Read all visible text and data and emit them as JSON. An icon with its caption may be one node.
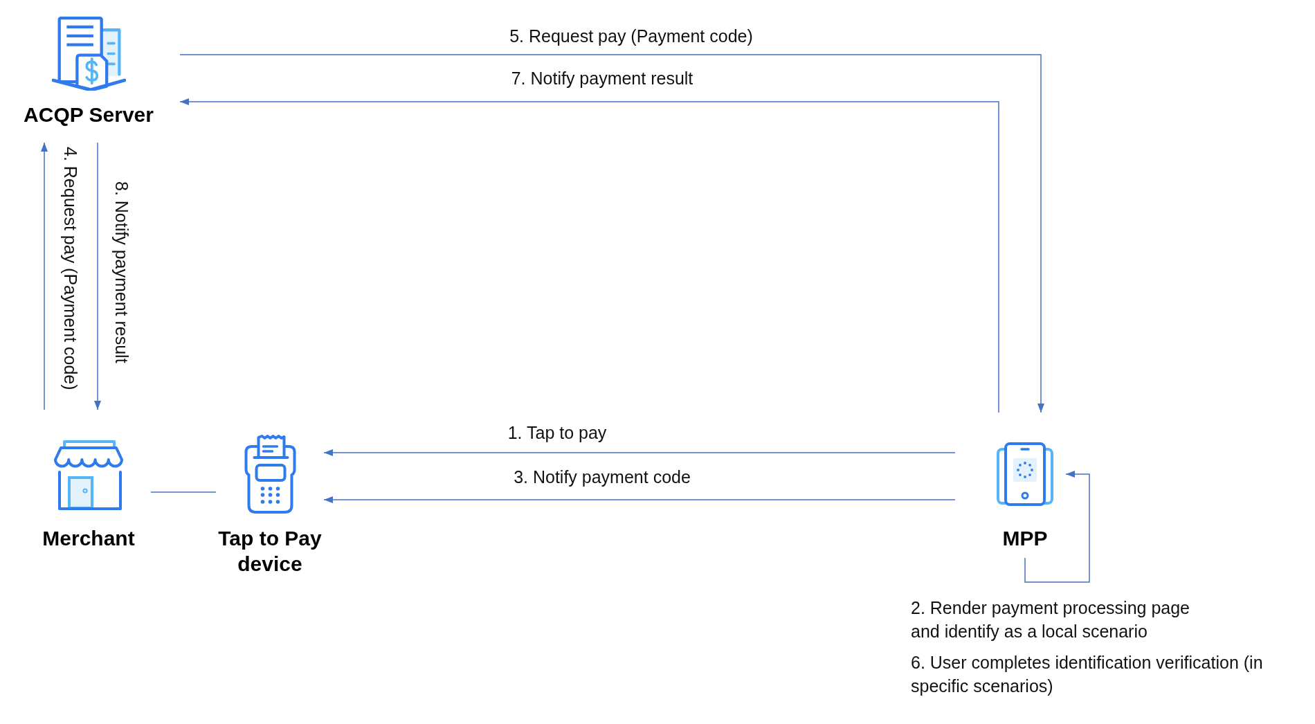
{
  "diagram": {
    "nodes": [
      {
        "text": [
          "ACQP Server"
        ]
      },
      {
        "text": [
          "Merchant"
        ]
      },
      {
        "text": [
          "Tap to Pay device"
        ]
      },
      {
        "text": [
          "MPP"
        ]
      }
    ],
    "edges": [
      {
        "from": 3,
        "to": 2,
        "arrow": "to",
        "label": "1. Tap to pay"
      },
      {
        "from": 3,
        "to": 3,
        "arrow": "to",
        "label": "2. Render payment processing page and identify as a local scenario"
      },
      {
        "from": 3,
        "to": 2,
        "arrow": "to",
        "label": "3. Notify payment code"
      },
      {
        "from": 1,
        "to": 0,
        "arrow": "to",
        "label": "4. Request pay (Payment code)"
      },
      {
        "from": 0,
        "to": 3,
        "arrow": "to",
        "label": "5. Request pay (Payment code)"
      },
      {
        "from": 3,
        "to": 0,
        "arrow": "to",
        "label": "7. Notify payment result"
      },
      {
        "from": 0,
        "to": 1,
        "arrow": "to",
        "label": "8. Notify payment result"
      },
      {
        "from": 1,
        "to": 2,
        "arrow": "none"
      }
    ],
    "labels": [
      "6. User completes identification verification (in specific scenarios)"
    ]
  }
}
